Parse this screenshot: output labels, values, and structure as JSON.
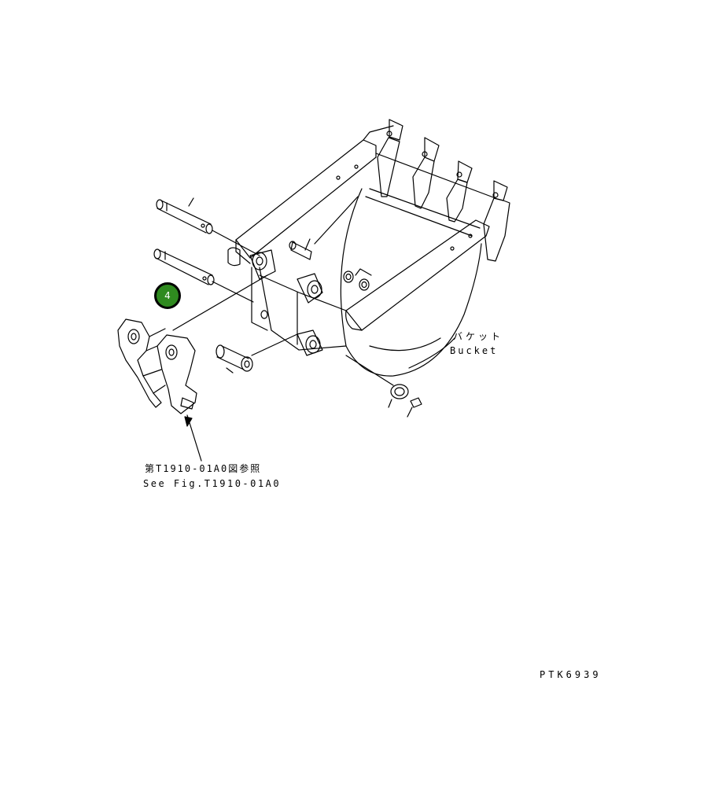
{
  "labels": {
    "bucket_jp": "バケット",
    "bucket_en": "Bucket",
    "ref_jp": "第T1910-01A0図参照",
    "ref_en": "See Fig.T1910-01A0",
    "drawing_code": "PTK6939"
  },
  "callouts": [
    {
      "number": "4",
      "color": "#2f8a1f"
    }
  ]
}
